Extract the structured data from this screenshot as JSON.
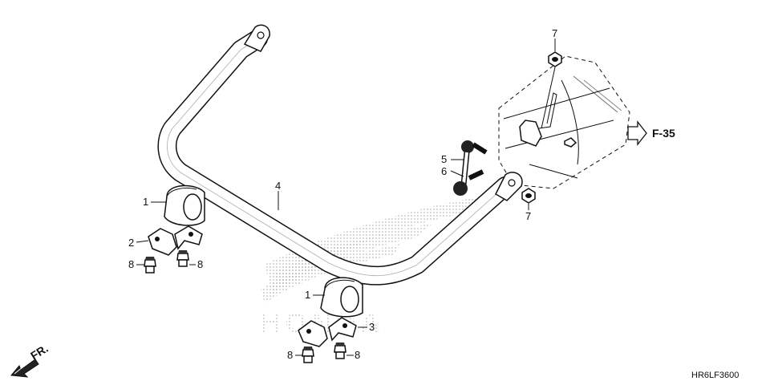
{
  "diagram": {
    "callouts": {
      "c1a": "1",
      "c1b": "1",
      "c2": "2",
      "c3": "3",
      "c4": "4",
      "c5": "5",
      "c6": "6",
      "c7a": "7",
      "c7b": "7",
      "c8a": "8",
      "c8b": "8",
      "c8c": "8",
      "c8d": "8"
    },
    "reference_label": "F-35",
    "front_label": "FR.",
    "figure_code": "HR6LF3600"
  }
}
